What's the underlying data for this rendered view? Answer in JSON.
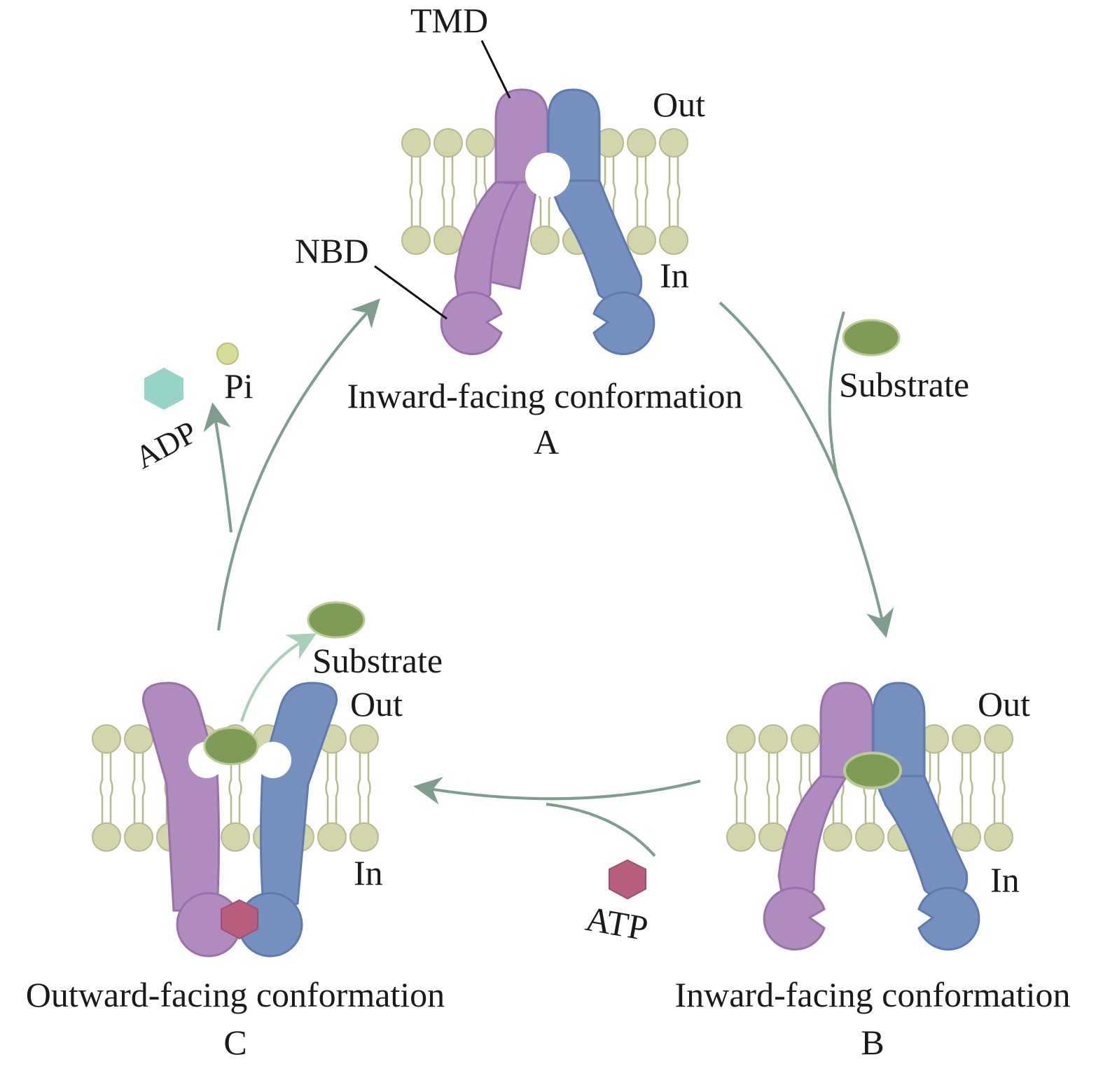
{
  "labels": {
    "tmd": "TMD",
    "nbd": "NBD",
    "a_out": "Out",
    "a_in": "In",
    "a_title": "Inward-facing conformation",
    "a_letter": "A",
    "substrate_in": "Substrate",
    "b_out": "Out",
    "b_in": "In",
    "b_title": "Inward-facing conformation",
    "b_letter": "B",
    "atp": "ATP",
    "c_out": "Out",
    "c_in": "In",
    "c_title": "Outward-facing conformation",
    "c_letter": "C",
    "substrate_out": "Substrate",
    "adp": "ADP",
    "pi": "Pi"
  },
  "colors": {
    "tmd_left": "#b08bbf",
    "tmd_right": "#7591c0",
    "lipid_head": "#d3d6ab",
    "lipid_outline": "#b7b98c",
    "substrate": "#7e9c56",
    "atp": "#b85e7f",
    "adp": "#97d3c6",
    "pi": "#d6dc96",
    "arrow": "#7e9d8c"
  }
}
